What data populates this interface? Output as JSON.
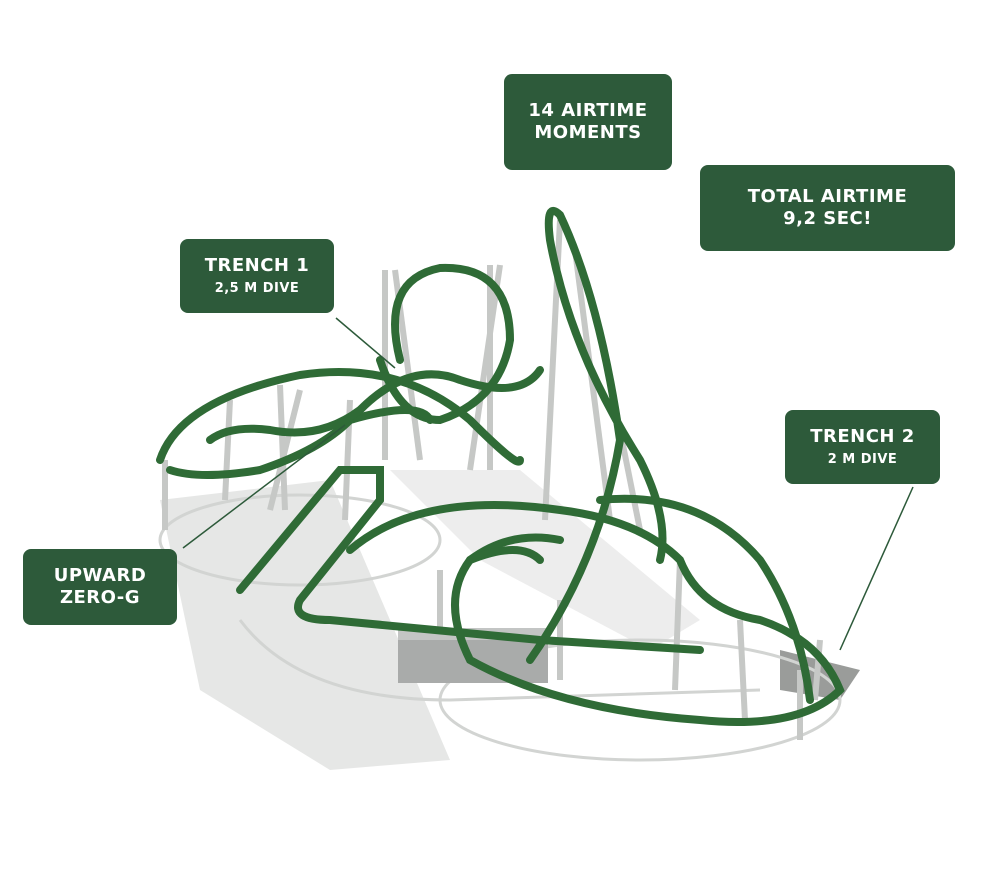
{
  "colors": {
    "callout_bg": "#2d5a3a",
    "track": "#2f6b36",
    "support": "#c9cbc9",
    "ground": "#e4e5e4"
  },
  "callouts": {
    "airtime_moments": {
      "line1": "14 AIRTIME",
      "line2": "MOMENTS"
    },
    "total_airtime": {
      "line1": "TOTAL AIRTIME",
      "line2": "9,2 SEC!"
    },
    "trench1": {
      "title": "TRENCH 1",
      "detail": "2,5 M DIVE"
    },
    "upward_zero_g": {
      "line1": "UPWARD",
      "line2": "ZERO-G"
    },
    "trench2": {
      "title": "TRENCH 2",
      "detail": "2 M DIVE"
    }
  }
}
